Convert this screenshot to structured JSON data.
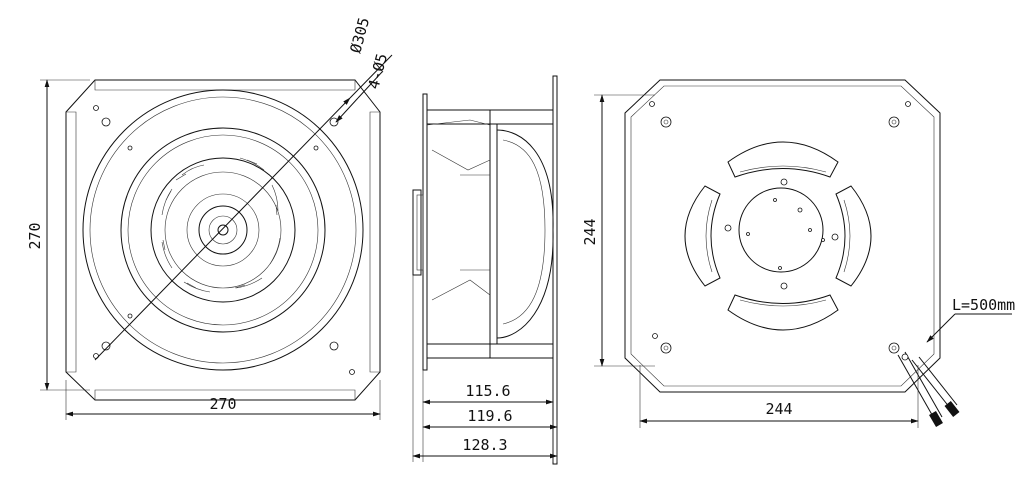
{
  "dimensions": {
    "front_width": "270",
    "front_height": "270",
    "outer_diameter": "Ø305",
    "mount_holes": "4-Ø5",
    "depth_1": "115.6",
    "depth_2": "119.6",
    "depth_3": "128.3",
    "rear_width": "244",
    "rear_height": "244",
    "cable_length": "L=500mm"
  },
  "colors": {
    "line": "#111111",
    "background": "#ffffff"
  }
}
